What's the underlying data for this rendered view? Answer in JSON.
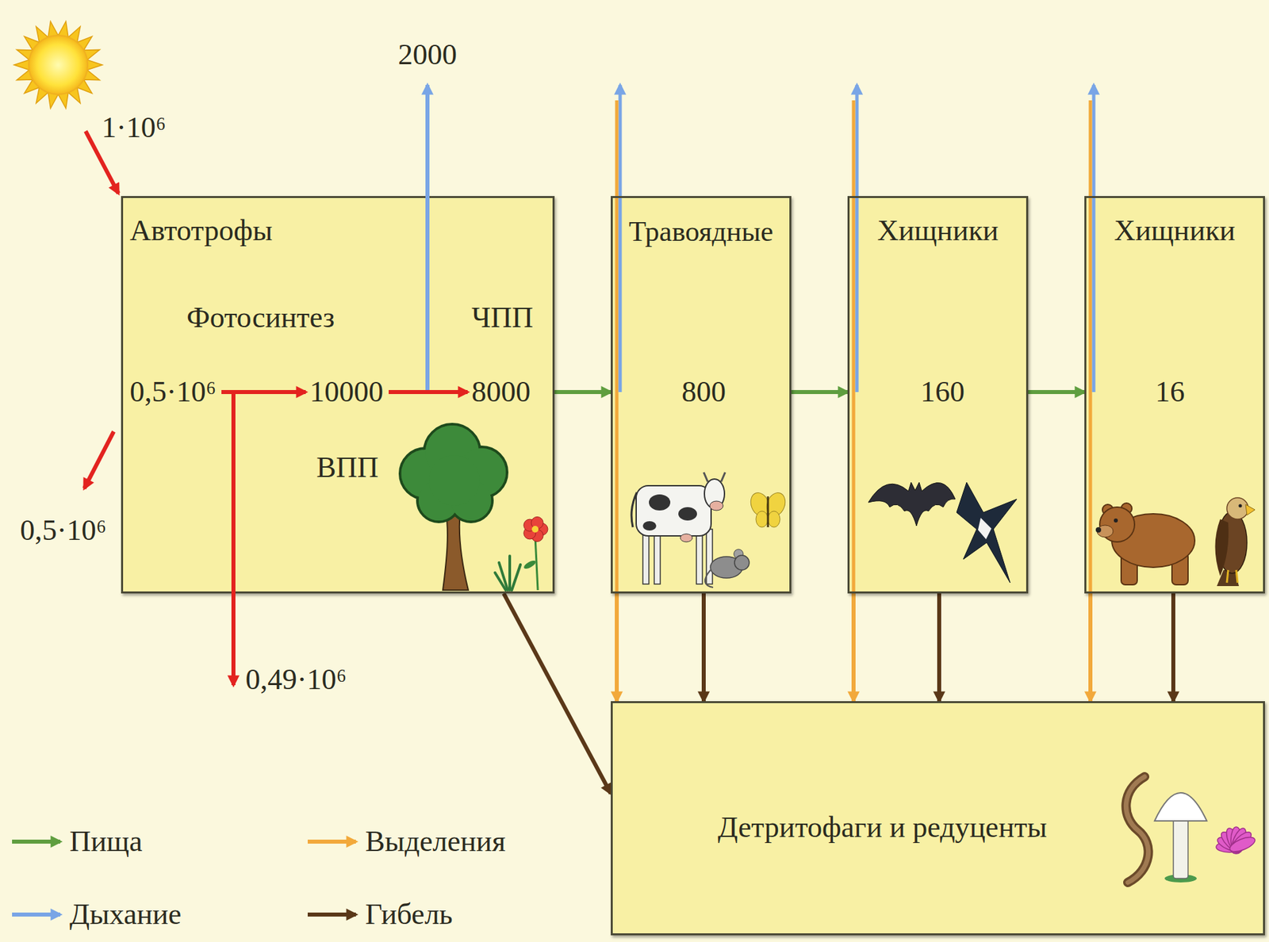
{
  "diagram": {
    "nodes": [
      {
        "text": [
          "Автотрофы",
          "Фотосинтез",
          "ЧПП",
          "0,5·10⁶",
          "10000",
          "8000",
          "ВПП"
        ]
      },
      {
        "text": [
          "Травоядные",
          "800"
        ]
      },
      {
        "text": [
          "Хищники",
          "160"
        ]
      },
      {
        "text": [
          "Хищники",
          "16"
        ]
      },
      {
        "text": [
          "Детритофаги и редуценты"
        ]
      }
    ],
    "edges": [
      {
        "from": 0,
        "to": 1,
        "arrow": "to"
      },
      {
        "from": 1,
        "to": 2,
        "arrow": "to"
      },
      {
        "from": 2,
        "to": 3,
        "arrow": "to"
      },
      {
        "from": 0,
        "to": 4,
        "arrow": "to"
      },
      {
        "from": 1,
        "to": 4,
        "arrow": "to"
      },
      {
        "from": 1,
        "to": 4,
        "arrow": "to"
      },
      {
        "from": 2,
        "to": 4,
        "arrow": "to"
      },
      {
        "from": 2,
        "to": 4,
        "arrow": "to"
      },
      {
        "from": 3,
        "to": 4,
        "arrow": "to"
      },
      {
        "from": 3,
        "to": 4,
        "arrow": "to"
      }
    ],
    "labels": [
      "1·10⁶",
      "2000",
      "0,5·10⁶",
      "0,49·10⁶"
    ],
    "legend": [
      {
        "text": "Пища"
      },
      {
        "text": "Выделения"
      },
      {
        "text": "Дыхание"
      },
      {
        "text": "Гибель"
      }
    ]
  }
}
